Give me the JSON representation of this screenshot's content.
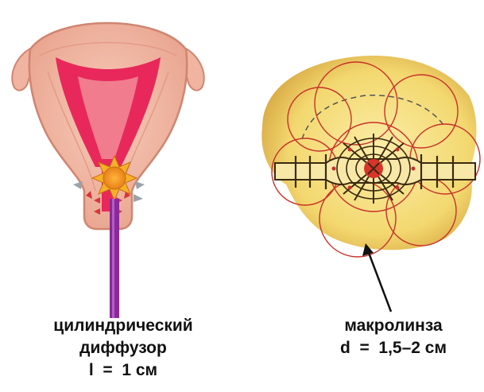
{
  "left_figure": {
    "caption_lines": [
      "цилиндрический",
      "диффузор",
      "l  =  1 см"
    ]
  },
  "right_figure": {
    "caption_lines": [
      "макролинза",
      "d  =  1,5–2 см"
    ]
  },
  "colors": {
    "uterus_tissue": "#f2b9a6",
    "uterus_outline": "#d98b7a",
    "cavity_red": "#e8285a",
    "cavity_inner": "#f07c8e",
    "light_source": "#f29a1c",
    "fiber": "#8a2a9a",
    "lens_field": "#f6df86",
    "lens_circle": "#c8302a",
    "suture": "#3a2a10"
  }
}
